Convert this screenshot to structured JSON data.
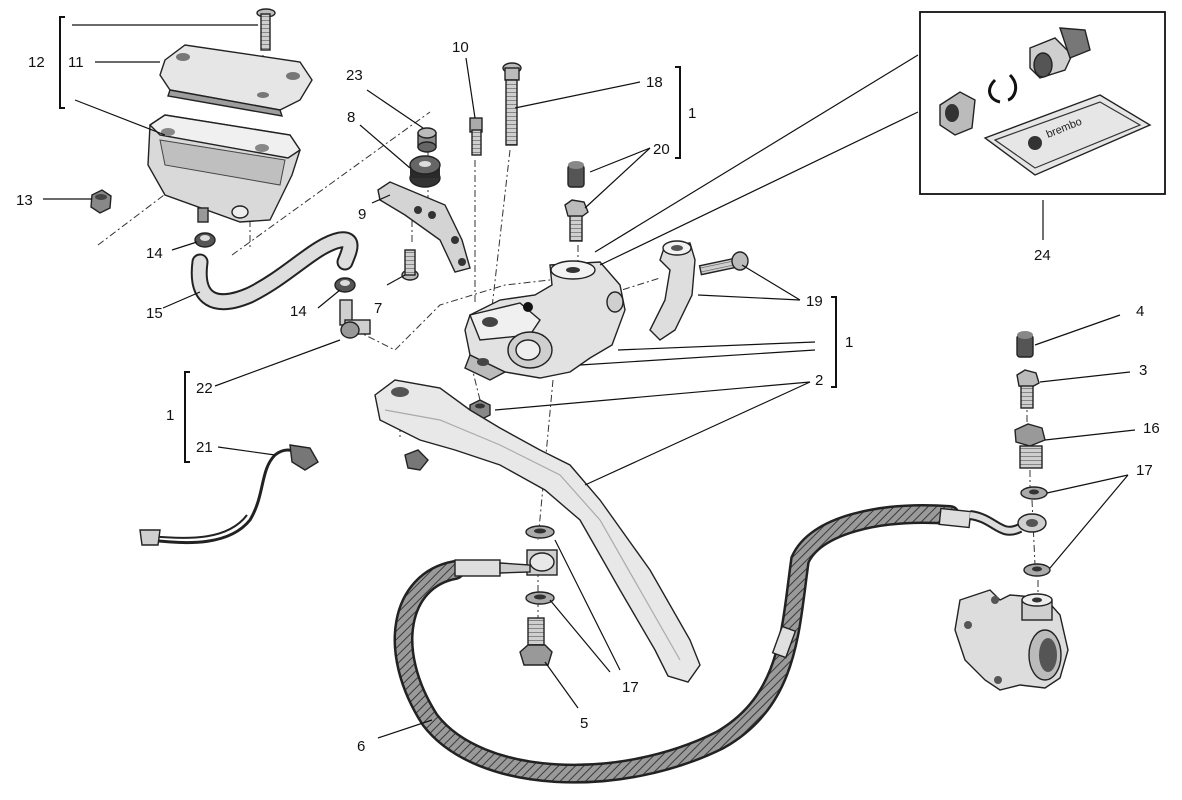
{
  "labels": {
    "l1_top": "1",
    "l1_mid": "1",
    "l1_left": "1",
    "l2": "2",
    "l3": "3",
    "l4": "4",
    "l5": "5",
    "l6": "6",
    "l7": "7",
    "l8": "8",
    "l9": "9",
    "l10": "10",
    "l11": "11",
    "l12": "12",
    "l13": "13",
    "l14a": "14",
    "l14b": "14",
    "l15": "15",
    "l16": "16",
    "l17a": "17",
    "l17b": "17",
    "l18": "18",
    "l19": "19",
    "l20": "20",
    "l21": "21",
    "l22": "22",
    "l23": "23",
    "l24": "24"
  },
  "kit": {
    "brand": "brembo"
  },
  "colors": {
    "ink": "#111111",
    "part_fill": "#e3e3e3",
    "part_dark": "#7a7a7a",
    "background": "#ffffff"
  }
}
